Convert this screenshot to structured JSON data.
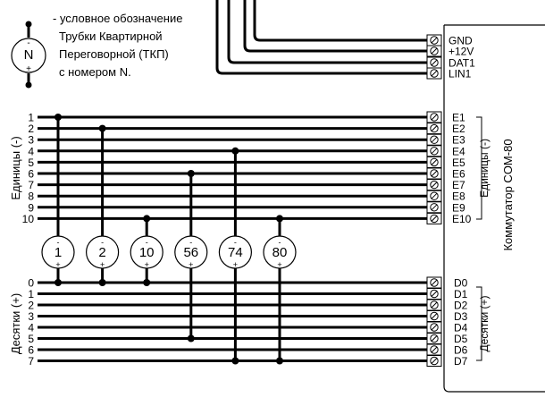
{
  "legend": {
    "symbol_letter": "N",
    "minus": "-",
    "plus": "+",
    "lines": [
      "- условное обозначение",
      "Трубки Квартирной",
      "Переговорной (ТКП)",
      "с номером  N."
    ]
  },
  "top_terminals": [
    "GND",
    "+12V",
    "DAT1",
    "LIN1"
  ],
  "units_rows": {
    "numbers": [
      "1",
      "2",
      "3",
      "4",
      "5",
      "6",
      "7",
      "8",
      "9",
      "10"
    ],
    "terminals": [
      "E1",
      "E2",
      "E3",
      "E4",
      "E5",
      "E6",
      "E7",
      "E8",
      "E9",
      "E10"
    ],
    "group_label": "Единицы (-)",
    "bracket_label": "Единицы (-)"
  },
  "tens_rows": {
    "numbers": [
      "0",
      "1",
      "2",
      "3",
      "4",
      "5",
      "6",
      "7"
    ],
    "terminals": [
      "D0",
      "D1",
      "D2",
      "D3",
      "D4",
      "D5",
      "D6",
      "D7"
    ],
    "group_label": "Десятки (+)",
    "bracket_label": "Десятки (+)"
  },
  "handsets": [
    {
      "label": "1",
      "unit": "1",
      "tens": "0"
    },
    {
      "label": "2",
      "unit": "2",
      "tens": "0"
    },
    {
      "label": "10",
      "unit": "10",
      "tens": "0"
    },
    {
      "label": "56",
      "unit": "6",
      "tens": "5"
    },
    {
      "label": "74",
      "unit": "4",
      "tens": "7"
    },
    {
      "label": "80",
      "unit": "10",
      "tens": "7"
    }
  ],
  "switch_label": "Коммутатор COM-80"
}
